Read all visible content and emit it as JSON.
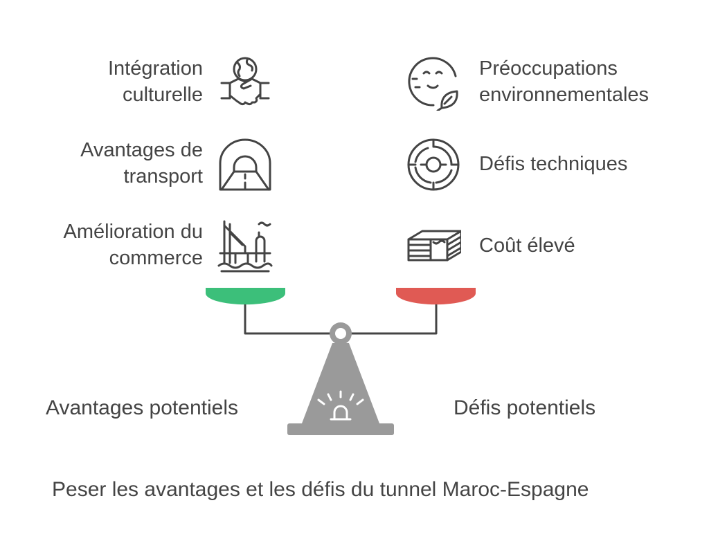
{
  "benefits": [
    {
      "label": "Intégration\nculturelle",
      "icon": "handshake-globe-icon"
    },
    {
      "label": "Avantages de\ntransport",
      "icon": "tunnel-road-icon"
    },
    {
      "label": "Amélioration du\ncommerce",
      "icon": "port-crane-icon"
    }
  ],
  "challenges": [
    {
      "label": "Préoccupations\nenvironnementales",
      "icon": "earth-leaf-icon"
    },
    {
      "label": "Défis techniques",
      "icon": "maze-target-icon"
    },
    {
      "label": "Coût élevé",
      "icon": "money-stack-icon"
    }
  ],
  "left_title": "Avantages potentiels",
  "right_title": "Défis potentiels",
  "caption": "Peser les avantages et les défis du tunnel Maroc-Espagne",
  "colors": {
    "left_pan": "#3cbf7a",
    "right_pan": "#e05a54",
    "stand": "#9a9a9a",
    "line": "#444444"
  }
}
